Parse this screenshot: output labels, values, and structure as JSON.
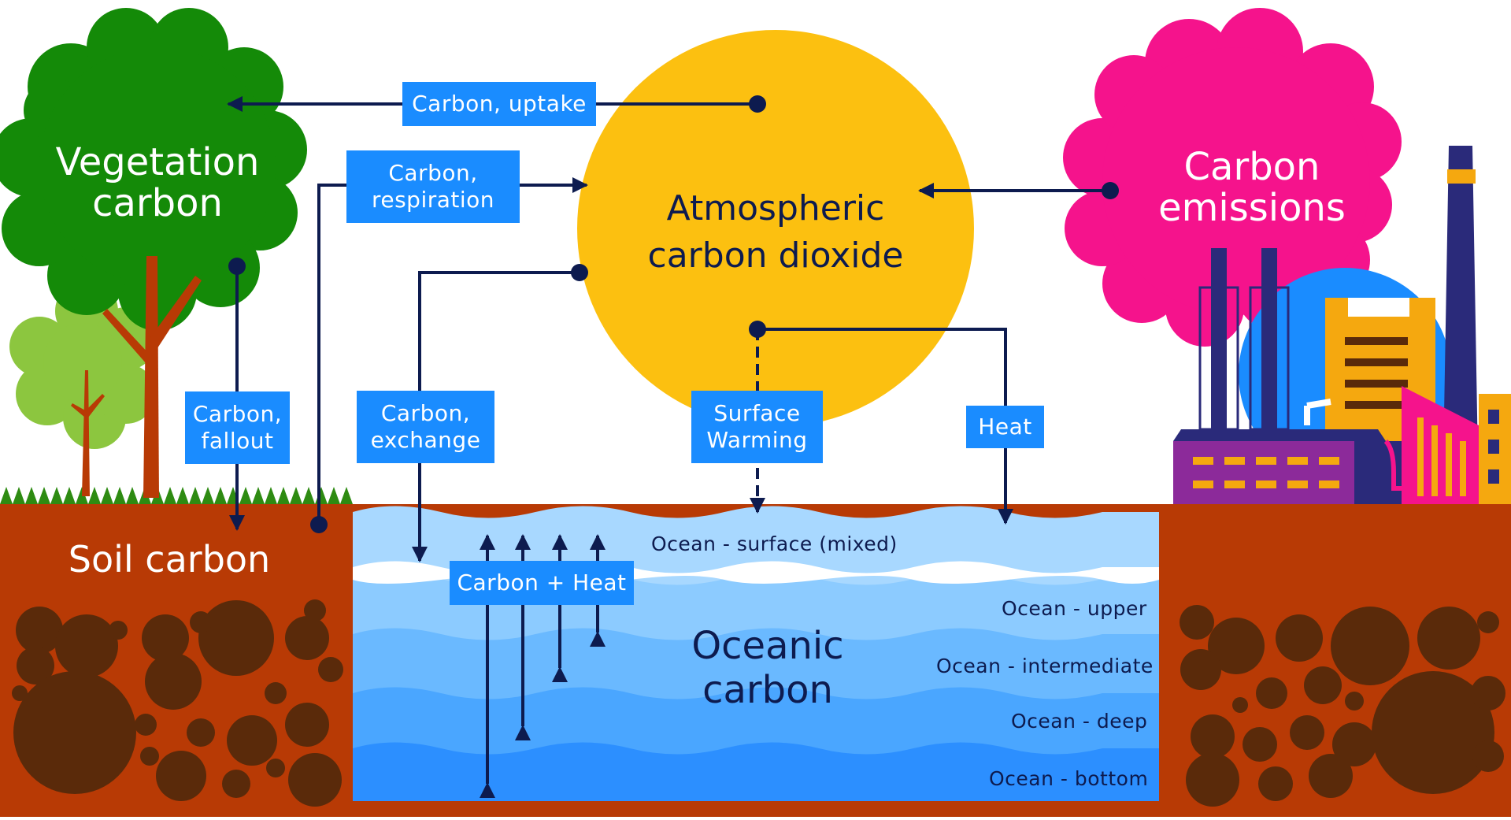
{
  "title": "",
  "nodes": {
    "vegetation": "Vegetation\ncarbon",
    "atmosphere": "Atmospheric\ncarbon dioxide",
    "emissions": "Carbon\nemissions",
    "soil": "Soil carbon",
    "ocean": "Oceanic\ncarbon"
  },
  "flows": {
    "uptake": "Carbon, uptake",
    "respiration": "Carbon,\nrespiration",
    "fallout": "Carbon,\nfallout",
    "exchange": "Carbon,\nexchange",
    "surface_warming": "Surface\nWarming",
    "heat": "Heat",
    "carbon_heat": "Carbon + Heat"
  },
  "ocean_layers": [
    "Ocean - surface (mixed)",
    "Ocean - upper",
    "Ocean - intermediate",
    "Ocean - deep",
    "Ocean - bottom"
  ],
  "colors": {
    "label_box": "#1a8cff",
    "arrow": "#0d1b4f",
    "sun": "#fcc010",
    "tree": "#148a08",
    "emissions_cloud": "#f5138c",
    "soil": "#b83a05",
    "rocks": "#5a2a0a"
  }
}
